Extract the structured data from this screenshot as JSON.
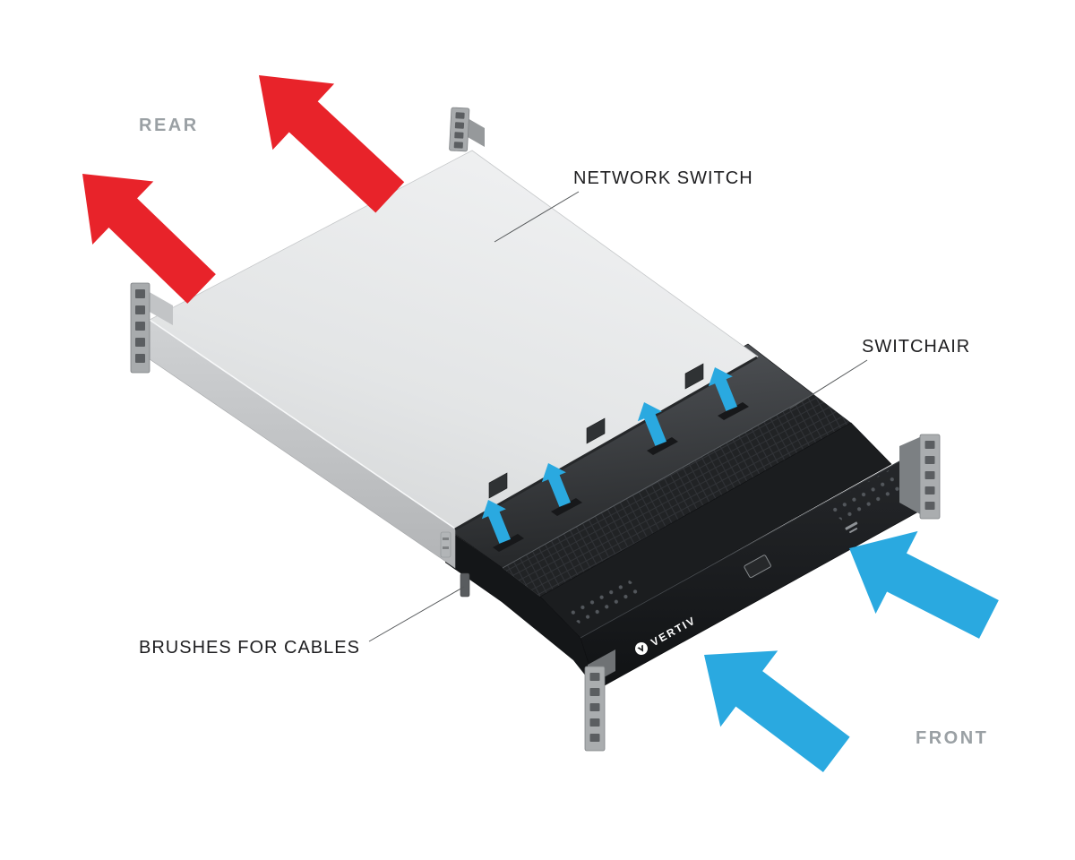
{
  "labels": {
    "rear": "REAR",
    "network_switch": "NETWORK SWITCH",
    "switchair": "SWITCHAIR",
    "brushes_for_cables": "BRUSHES FOR CABLES",
    "front": "FRONT"
  },
  "device": {
    "brand": "VERTIV"
  },
  "colors": {
    "rear_arrow_red": "#e8232a",
    "front_arrow_blue": "#2aa9e0",
    "muted_label_gray": "#9aa0a4",
    "dark_label": "#1e1e20",
    "switch_body_light": "#e7e9ea",
    "switchair_body_dark": "#202224"
  }
}
